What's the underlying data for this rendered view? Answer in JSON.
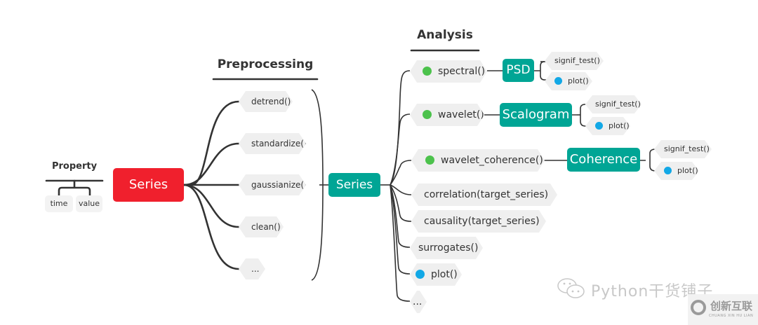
{
  "colors": {
    "series_red": "#f0202d",
    "series_teal": "#00a595",
    "result_teal": "#00a595",
    "dot_green": "#4cc24c",
    "dot_blue": "#12a8e6",
    "chip_bg": "#efefef",
    "line": "#333333"
  },
  "property": {
    "heading": "Property",
    "items": [
      "time",
      "value"
    ]
  },
  "root": {
    "label": "Series"
  },
  "preprocessing": {
    "heading": "Preprocessing",
    "items": [
      "detrend()",
      "standardize()",
      "gaussianize()",
      "clean()",
      "..."
    ]
  },
  "center": {
    "label": "Series"
  },
  "analysis": {
    "heading": "Analysis",
    "items": [
      {
        "label": "spectral()",
        "dot": "green",
        "result": "PSD",
        "children": [
          {
            "label": "signif_test()",
            "dot": null
          },
          {
            "label": "plot()",
            "dot": "blue"
          }
        ]
      },
      {
        "label": "wavelet()",
        "dot": "green",
        "result": "Scalogram",
        "children": [
          {
            "label": "signif_test()",
            "dot": null
          },
          {
            "label": "plot()",
            "dot": "blue"
          }
        ]
      },
      {
        "label": "wavelet_coherence()",
        "dot": "green",
        "result": "Coherence",
        "children": [
          {
            "label": "signif_test()",
            "dot": null
          },
          {
            "label": "plot()",
            "dot": "blue"
          }
        ]
      },
      {
        "label": "correlation(target_series)",
        "dot": null
      },
      {
        "label": "causality(target_series)",
        "dot": null
      },
      {
        "label": "surrogates()",
        "dot": null
      },
      {
        "label": "plot()",
        "dot": "blue"
      },
      {
        "label": "...",
        "dot": null
      }
    ]
  },
  "watermark": {
    "text": "Python干货铺子",
    "brand": "创新互联",
    "brand_sub": "CHUANG XIN HU LIAN"
  }
}
